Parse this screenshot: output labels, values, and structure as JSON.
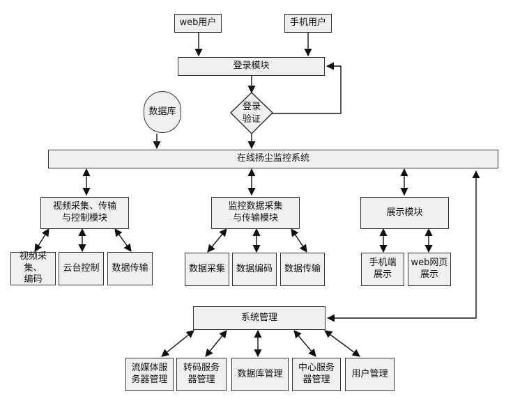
{
  "nodes": {
    "web_user": "web用户",
    "mobile_user": "手机用户",
    "login_module": "登录模块",
    "login_verify": [
      "登录",
      "验证"
    ],
    "database": "数据库",
    "system": "在线扬尘监控系统",
    "video_module": [
      "视频采集、传输",
      "与控制模块"
    ],
    "monitor_module": [
      "监控数据采集",
      "与传输模块"
    ],
    "display_module": "展示模块",
    "video_encode": [
      "视频采集、",
      "编码"
    ],
    "ptz_control": "云台控制",
    "data_transfer_1": "数据传输",
    "data_collect": "数据采集",
    "data_encode": "数据编码",
    "data_transfer_2": "数据传输",
    "mobile_display": [
      "手机端",
      "展示"
    ],
    "web_display": [
      "web网页",
      "展示"
    ],
    "sys_manage": "系统管理",
    "media_server": [
      "流媒体服",
      "务器管理"
    ],
    "transcode_server": [
      "转码服务",
      "器管理"
    ],
    "db_manage": "数据库管理",
    "center_server": [
      "中心服务",
      "器管理"
    ],
    "user_manage": "用户管理"
  },
  "colors": {
    "box_fill": "#efefef",
    "stroke": "#333333"
  }
}
